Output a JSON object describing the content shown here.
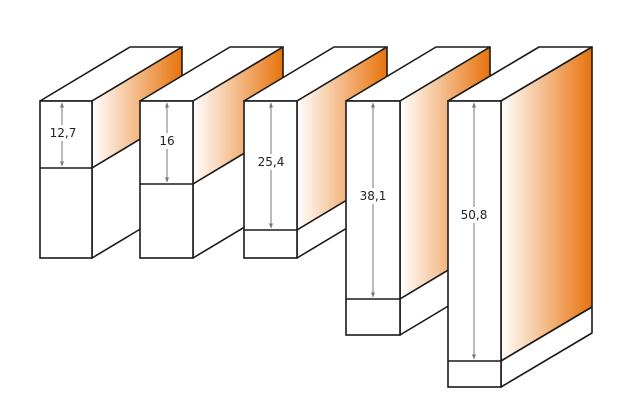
{
  "colors": {
    "outline": "#1a1a1a",
    "face": "#ffffff",
    "orange_dark": "#e8730c",
    "orange_light": "#ffffff",
    "dimension_line": "#777777"
  },
  "blocks": [
    {
      "label": "12,7",
      "cutting_height": 12.7
    },
    {
      "label": "16",
      "cutting_height": 16
    },
    {
      "label": "25,4",
      "cutting_height": 25.4
    },
    {
      "label": "38,1",
      "cutting_height": 38.1
    },
    {
      "label": "50,8",
      "cutting_height": 50.8
    }
  ]
}
